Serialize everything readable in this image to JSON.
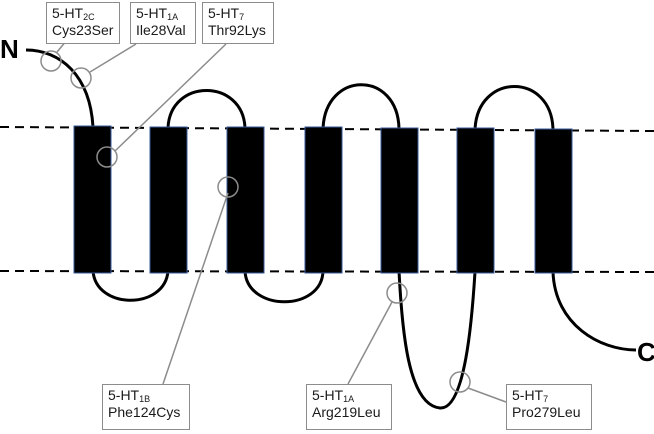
{
  "terminals": {
    "n": "N",
    "c": "C"
  },
  "mutations": [
    {
      "receptor_base": "5-HT",
      "receptor_sub": "2C",
      "change": "Cys23Ser"
    },
    {
      "receptor_base": "5-HT",
      "receptor_sub": "1A",
      "change": "Ile28Val"
    },
    {
      "receptor_base": "5-HT",
      "receptor_sub": "7",
      "change": "Thr92Lys"
    },
    {
      "receptor_base": "5-HT",
      "receptor_sub": "1B",
      "change": "Phe124Cys"
    },
    {
      "receptor_base": "5-HT",
      "receptor_sub": "1A",
      "change": "Arg219Leu"
    },
    {
      "receptor_base": "5-HT",
      "receptor_sub": "7",
      "change": "Pro279Leu"
    }
  ],
  "colors": {
    "helix": "#000000",
    "helix_edge": "#3a5a9a",
    "backbone": "#000000",
    "leader": "#8c8c8c"
  }
}
